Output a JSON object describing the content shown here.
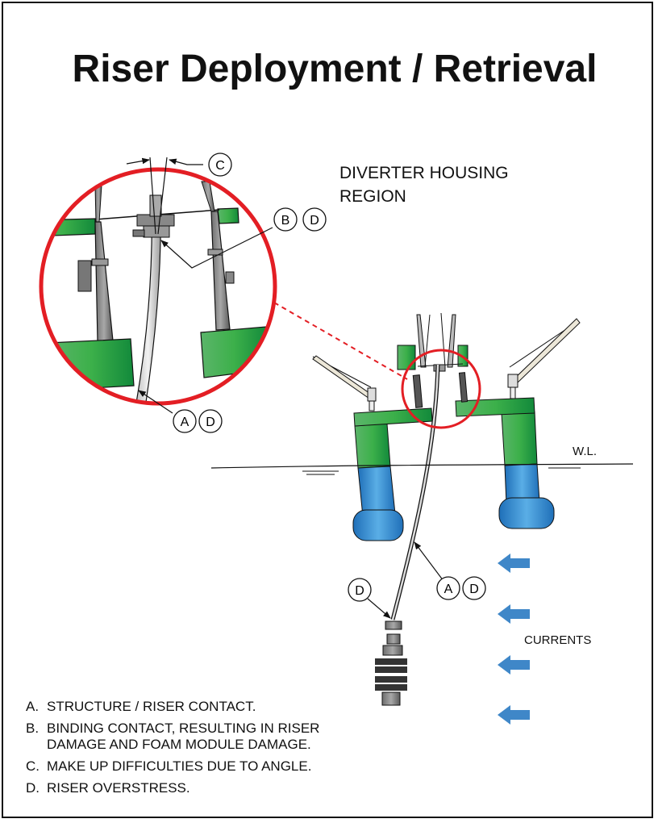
{
  "title": "Riser Deployment / Retrieval",
  "region_label_line1": "DIVERTER HOUSING",
  "region_label_line2": "REGION",
  "waterline_label": "W.L.",
  "currents_label": "CURRENTS",
  "callouts": {
    "c": "C",
    "bd_b": "B",
    "bd_d": "D",
    "ad_top_a": "A",
    "ad_top_d": "D",
    "ad_mid_a": "A",
    "ad_mid_d": "D",
    "d_low": "D"
  },
  "legend": [
    {
      "key": "A.",
      "text": "STRUCTURE / RISER CONTACT."
    },
    {
      "key": "B.",
      "text": "BINDING CONTACT, RESULTING IN RISER DAMAGE AND FOAM MODULE DAMAGE."
    },
    {
      "key": "C.",
      "text": "MAKE UP DIFFICULTIES DUE TO ANGLE."
    },
    {
      "key": "D.",
      "text": "RISER OVERSTRESS."
    }
  ],
  "colors": {
    "highlight_circle": "#e31e24",
    "structure_green": "#3cb04a",
    "pontoon_blue": "#2f86cc",
    "current_arrow": "#3f87c8"
  }
}
